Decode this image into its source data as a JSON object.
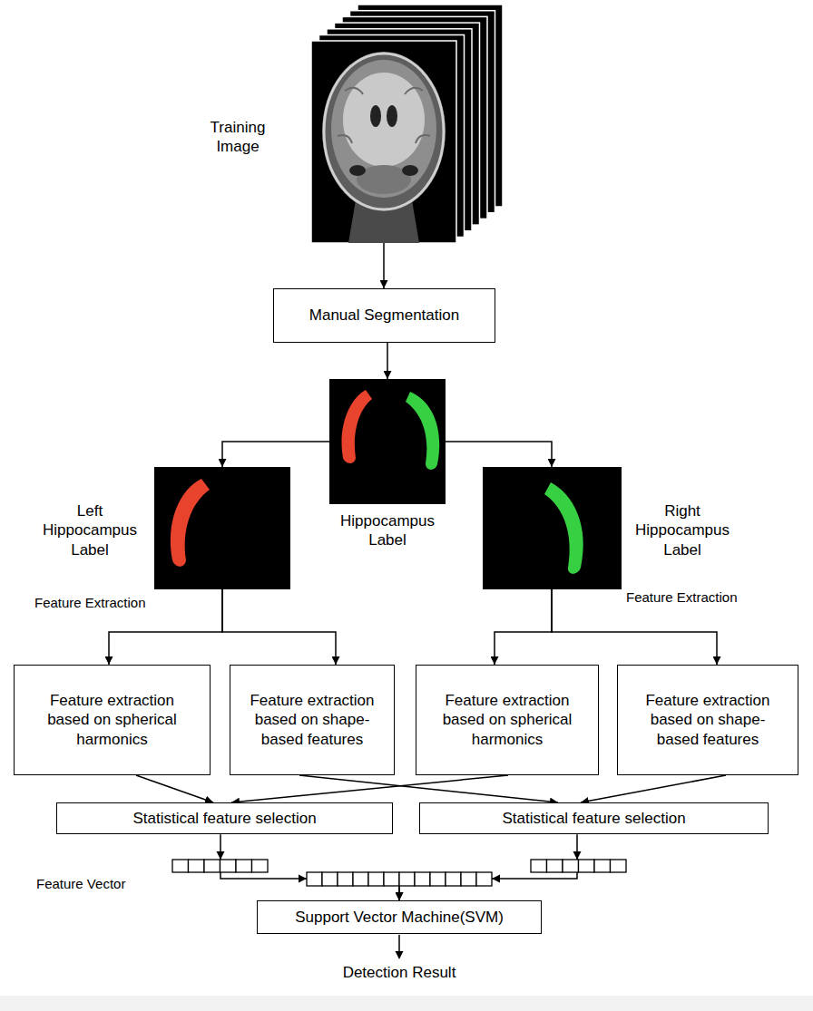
{
  "diagram": {
    "nodes": [
      {
        "text": [
          "Training Image"
        ]
      },
      {
        "text": [
          "Manual Segmentation"
        ]
      },
      {
        "text": [
          "Hippocampus Label"
        ]
      },
      {
        "text": [
          "Left Hippocampus Label"
        ]
      },
      {
        "text": [
          "Right Hippocampus Label"
        ]
      },
      {
        "text": [
          "Feature extraction based on spherical harmonics"
        ]
      },
      {
        "text": [
          "Feature extraction based on shape-based features"
        ]
      },
      {
        "text": [
          "Feature extraction based on spherical harmonics"
        ]
      },
      {
        "text": [
          "Feature extraction based on shape-based features"
        ]
      },
      {
        "text": [
          "Statistical feature selection"
        ]
      },
      {
        "text": [
          "Statistical feature selection"
        ]
      },
      {
        "text": [
          "Support Vector Machine(SVM)"
        ]
      }
    ],
    "edges": [
      {
        "from": 0,
        "to": 1,
        "arrow": "to"
      },
      {
        "from": 1,
        "to": 2,
        "arrow": "to"
      },
      {
        "from": 2,
        "to": 3,
        "arrow": "to"
      },
      {
        "from": 2,
        "to": 4,
        "arrow": "to"
      },
      {
        "from": 3,
        "to": 5,
        "arrow": "to"
      },
      {
        "from": 3,
        "to": 6,
        "arrow": "to"
      },
      {
        "from": 4,
        "to": 7,
        "arrow": "to"
      },
      {
        "from": 4,
        "to": 8,
        "arrow": "to"
      },
      {
        "from": 5,
        "to": 9,
        "arrow": "to"
      },
      {
        "from": 7,
        "to": 9,
        "arrow": "to"
      },
      {
        "from": 6,
        "to": 10,
        "arrow": "to"
      },
      {
        "from": 8,
        "to": 10,
        "arrow": "to"
      },
      {
        "from": 9,
        "to": 11,
        "arrow": "to"
      },
      {
        "from": 10,
        "to": 11,
        "arrow": "to"
      }
    ],
    "labels": [
      "Feature Extraction",
      "Feature Extraction",
      "Feature Vector",
      "Detection Result"
    ]
  }
}
